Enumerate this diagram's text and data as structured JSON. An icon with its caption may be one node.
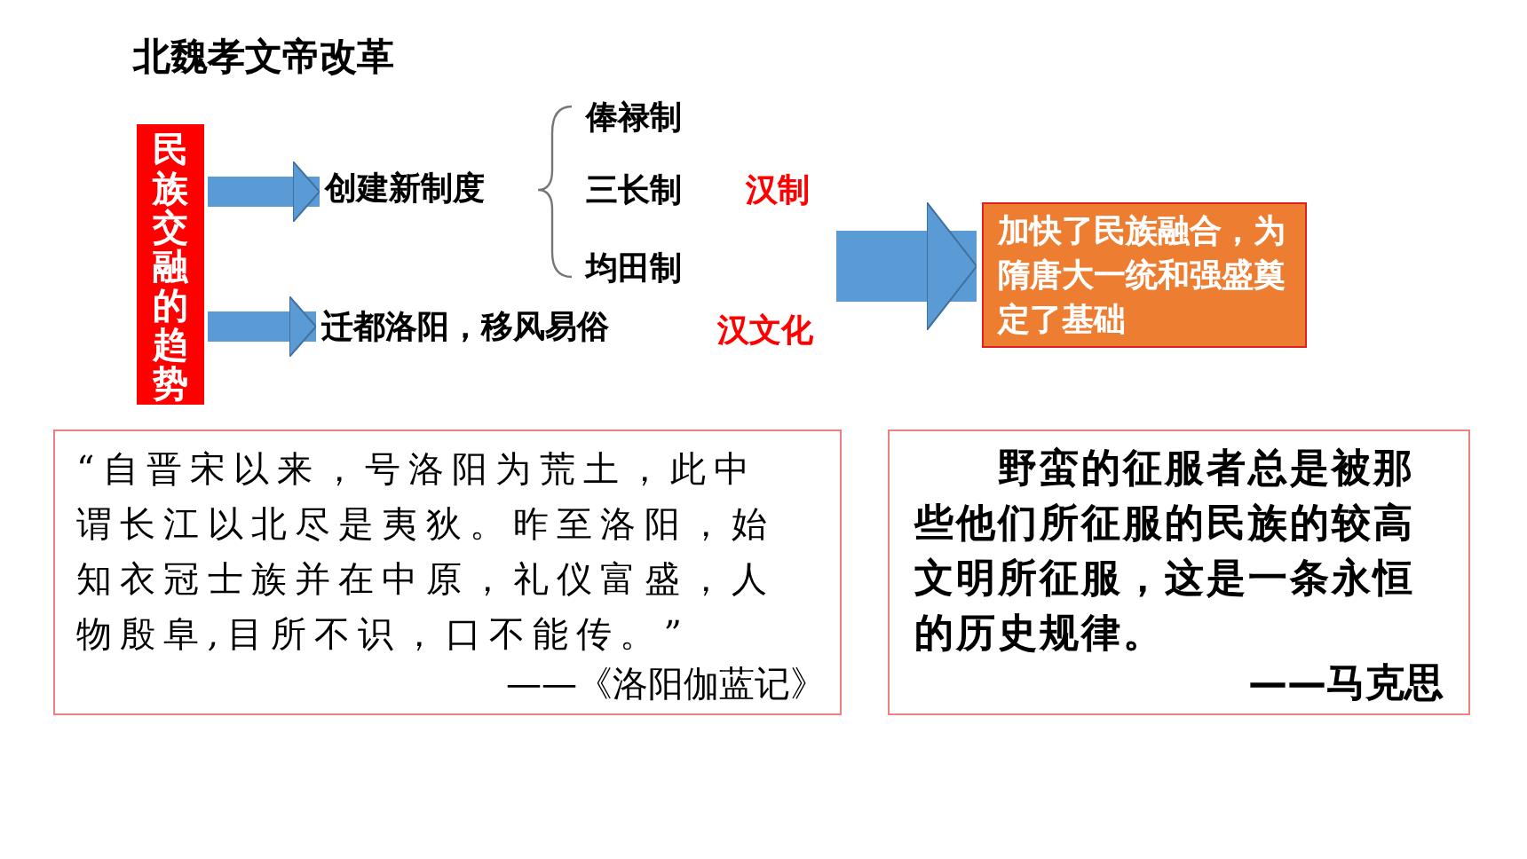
{
  "diagram": {
    "title": "北魏孝文帝改革",
    "nodes": [
      {
        "text": [
          "民族交融的趋势"
        ]
      },
      {
        "text": [
          "创建新制度"
        ]
      },
      {
        "text": [
          "迁都洛阳，移风易俗"
        ]
      },
      {
        "text": [
          "加快了民族融合，为隋唐大一统和强盛奠定了基础"
        ]
      },
      {
        "text": [
          "“自晋宋以来，号洛阳为荒土，此中谓长江以北尽是夷狄。昨至洛阳，始知衣冠士族并在中原，礼仪富盛，人物殷阜,目所不识，口不能传。”",
          "——《洛阳伽蓝记》"
        ]
      },
      {
        "text": [
          "野蛮的征服者总是被那些他们所征服的民族的较高文明所征服，这是一条永恒的历史规律。",
          "——马克思"
        ]
      }
    ],
    "edges": [
      {
        "from": 0,
        "to": 1,
        "arrow": "to"
      },
      {
        "from": 0,
        "to": 2,
        "arrow": "to"
      },
      {
        "from": null,
        "to": 3,
        "arrow": "to",
        "style": "thick"
      }
    ],
    "labels": [
      "俸禄制",
      "三长制",
      "汉制",
      "均田制",
      "汉文化"
    ]
  }
}
